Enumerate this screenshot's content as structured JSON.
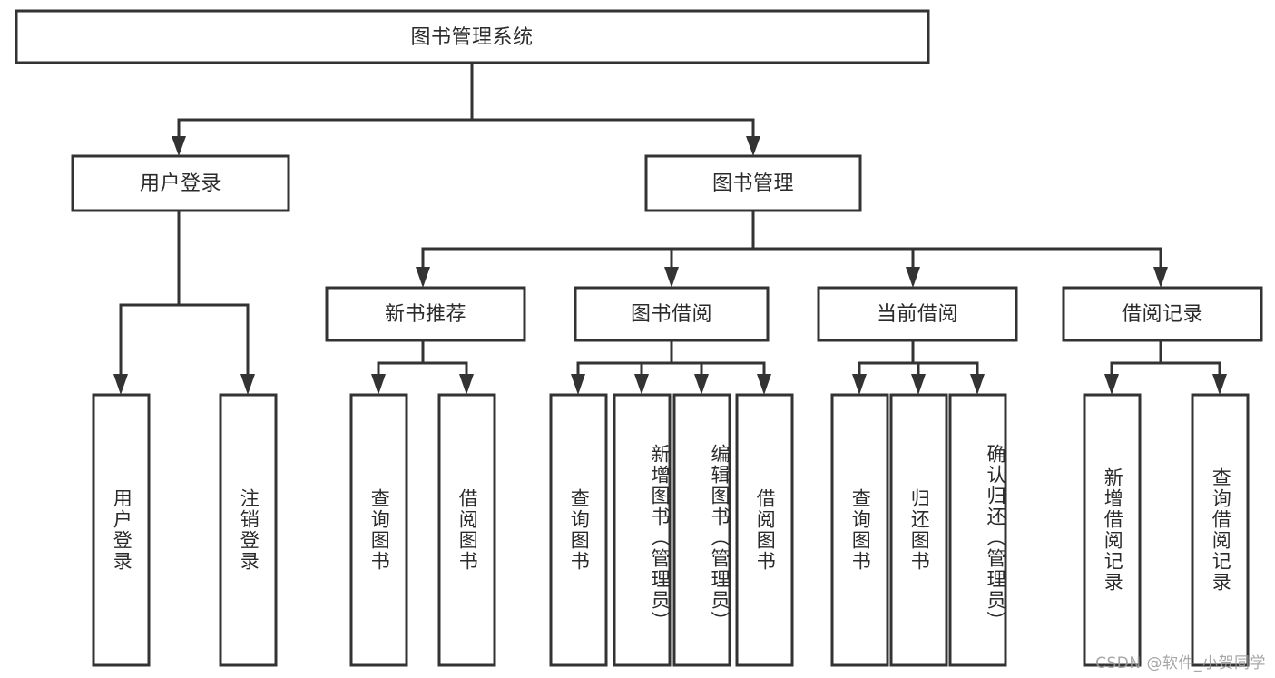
{
  "diagram": {
    "type": "tree-hierarchy",
    "title": "图书管理系统",
    "orientation": "top-down",
    "background_color": "#ffffff",
    "line_color": "#333333",
    "box_fill": "#ffffff",
    "text_color": "#2b2b2b"
  },
  "root": {
    "label": "图书管理系统"
  },
  "level2": {
    "user_login": {
      "label": "用户登录"
    },
    "book_manage": {
      "label": "图书管理"
    }
  },
  "level3": {
    "new_book_recommend": {
      "label": "新书推荐"
    },
    "book_borrow": {
      "label": "图书借阅"
    },
    "current_borrow": {
      "label": "当前借阅"
    },
    "borrow_record": {
      "label": "借阅记录"
    }
  },
  "leaves": {
    "user_login": [
      {
        "label": "用户登录"
      },
      {
        "label": "注销登录"
      }
    ],
    "new_book_recommend": [
      {
        "label": "查询图书"
      },
      {
        "label": "借阅图书"
      }
    ],
    "book_borrow": [
      {
        "label": "查询图书"
      },
      {
        "label": "新增图书（管理员）"
      },
      {
        "label": "编辑图书（管理员）"
      },
      {
        "label": "借阅图书"
      }
    ],
    "current_borrow": [
      {
        "label": "查询图书"
      },
      {
        "label": "归还图书"
      },
      {
        "label": "确认归还（管理员）"
      }
    ],
    "borrow_record": [
      {
        "label": "新增借阅记录"
      },
      {
        "label": "查询借阅记录"
      }
    ]
  },
  "watermark": {
    "text": "CSDN @软件_小贺同学"
  }
}
